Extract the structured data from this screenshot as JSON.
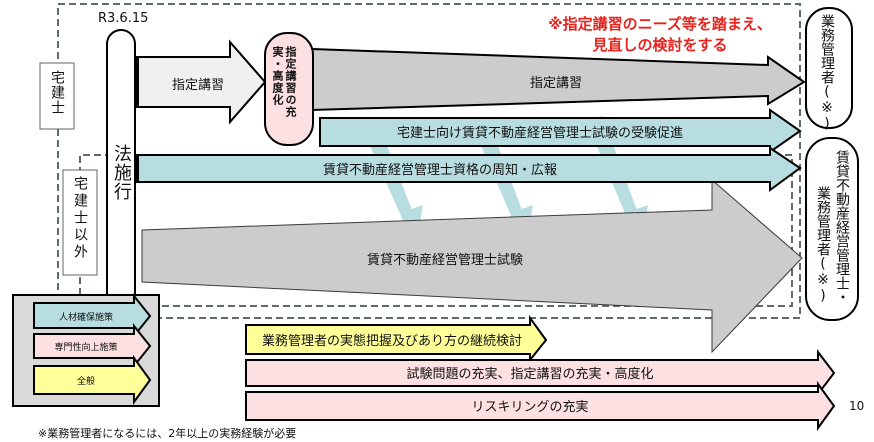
{
  "date_label": "R3.6.15",
  "law_enforcement_label": "法施行",
  "groups": {
    "takkenshi": "宅建士",
    "non_takkenshi": "宅建士以外"
  },
  "note_red": {
    "line1": "※指定講習のニーズ等を踏まえ、",
    "line2": "見直しの検討をする"
  },
  "arrows": {
    "designated_course_short": "指定講習",
    "designated_course_enhance": "指定講習の充実・高度化",
    "designated_course_long": "指定講習",
    "exam_promotion": "宅建士向け賃貸不動産経営管理士試験の受験促進",
    "qualification_publicity": "賃貸不動産経営管理士資格の周知・広報",
    "exam_big": "賃貸不動産経営管理士試験",
    "ongoing_review": "業務管理者の実態把握及びあり方の継続検討",
    "exam_enhance": "試験問題の充実、指定講習の充実・高度化",
    "reskilling": "リスキリングの充実"
  },
  "outcomes": {
    "manager": "業務管理者(※)",
    "manager_col1": "賃貸不動産経営管理士・",
    "manager_col2": "業務管理者(※)"
  },
  "legend": {
    "items": [
      {
        "label": "人材確保施策",
        "color": "#b8dde1"
      },
      {
        "label": "専門性向上施策",
        "color": "#fde0e2"
      },
      {
        "label": "全般",
        "color": "#ffff99"
      }
    ]
  },
  "footnote": "※業務管理者になるには、2年以上の実務経験が必要",
  "page_number": "10",
  "colors": {
    "talent": "#b8dde1",
    "expertise": "#fde0e2",
    "general": "#ffff99",
    "gray": "#cccccc",
    "light_gray": "#f0f0f0",
    "accent_red": "#e8231e"
  }
}
